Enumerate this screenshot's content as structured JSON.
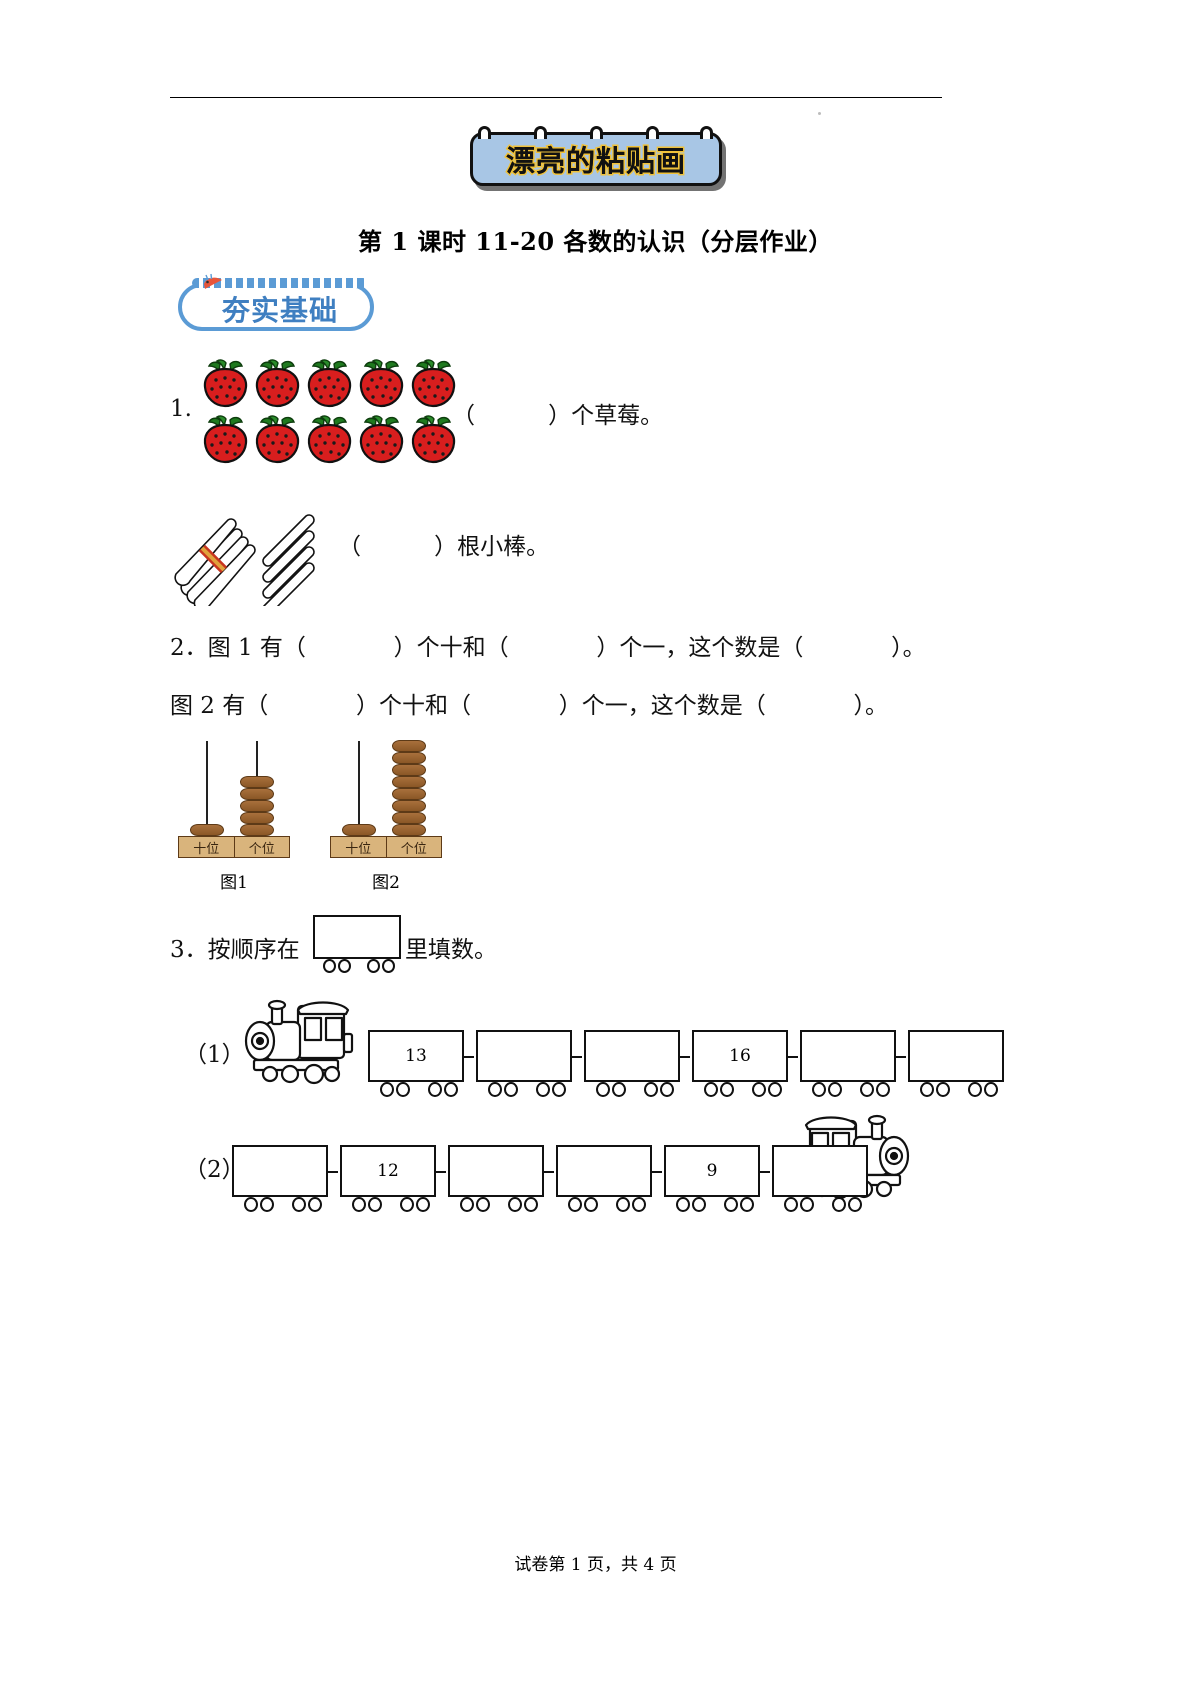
{
  "page": {
    "banner_title": "漂亮的粘贴画",
    "subtitle": "第 1 课时  11-20 各数的认识（分层作业）",
    "footer": "试卷第 1 页，共 4 页"
  },
  "section": {
    "badge_label": "夯实基础"
  },
  "questions": {
    "q1": {
      "number": "1.",
      "strawberry_count_visible": 10,
      "strawberry_rows": 2,
      "strawberry_per_row": 5,
      "blank_text": "（          ）个草莓。",
      "sticks_bundle_count": 1,
      "sticks_loose_count": 4,
      "sticks_blank_text": "（          ）根小棒。"
    },
    "q2": {
      "line1": "2．图 1 有（            ）个十和（            ）个一，这个数是（            ）。",
      "line2": "图 2 有（            ）个十和（            ）个一，这个数是（            ）。",
      "figures": [
        {
          "caption": "图1",
          "tens_label": "十位",
          "ones_label": "个位",
          "tens_beads": 1,
          "ones_beads": 5
        },
        {
          "caption": "图2",
          "tens_label": "十位",
          "ones_label": "个位",
          "tens_beads": 1,
          "ones_beads": 8
        }
      ]
    },
    "q3": {
      "prompt_before": "3．按顺序在",
      "prompt_after": "里填数。",
      "rows": [
        {
          "label": "（1）",
          "engine_side": "left",
          "cars": [
            "13",
            "",
            "",
            "16",
            "",
            ""
          ]
        },
        {
          "label": "（2）",
          "engine_side": "right",
          "cars": [
            "",
            "12",
            "",
            "",
            "9",
            ""
          ]
        }
      ]
    }
  },
  "colors": {
    "banner_fill": "#a8c6e5",
    "banner_text_outline": "#f0c23a",
    "badge_blue": "#5b9bd5",
    "badge_text": "#3f7fc1",
    "strawberry_red": "#d81e1e",
    "strawberry_leaf": "#1f7a1f",
    "abacus_bead": "#8a5726",
    "abacus_base": "#d9b47c"
  }
}
